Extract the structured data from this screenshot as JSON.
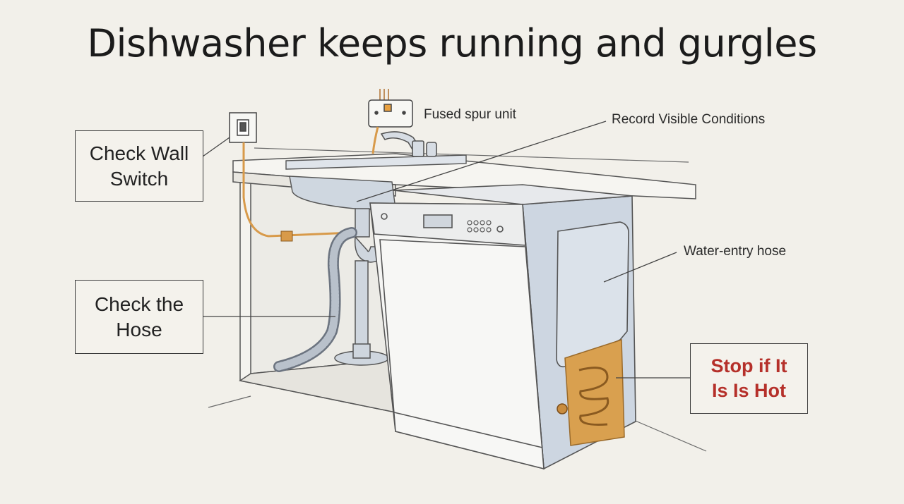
{
  "title": "Dishwasher keeps running and gurgles",
  "callouts": {
    "wall_switch": "Check Wall\nSwitch",
    "hose": "Check the\nHose",
    "hot": "Stop if It\nIs Is Hot"
  },
  "labels": {
    "fused_spur": "Fused spur unit",
    "record": "Record Visible Conditions",
    "water_hose": "Water-entry hose"
  },
  "colors": {
    "warning_text": "#b5302a",
    "pipe_orange": "#d89a4a",
    "appliance_blue": "#c9d3df"
  }
}
